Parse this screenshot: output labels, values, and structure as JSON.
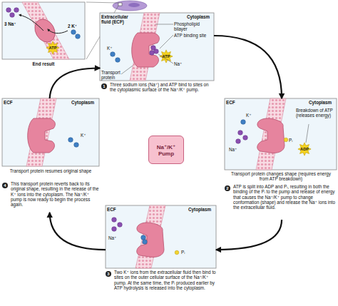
{
  "diagram": {
    "nodes": [
      {
        "text": [
          "3 Na⁺",
          "2 K⁺",
          "ATP",
          "End result"
        ]
      },
      {
        "text": [
          "Extracellular fluid (ECF)",
          "Cytoplasm",
          "Phospholipid bilayer",
          "ATP binding site",
          "K⁺",
          "ATP",
          "Na⁺",
          "Transport protein",
          "1",
          "Three sodium ions (Na⁺) and ATP bind to sites on the cytoplasmic surface of the Na⁺/K⁺ pump."
        ]
      },
      {
        "text": [
          "ECF",
          "Cytoplasm",
          "Breakdown of ATP (releases energy)",
          "K⁺",
          "ADP",
          "Na⁺",
          "Pᵢ",
          "Transport protein changes shape (requires energy from ATP breakdown)",
          "2",
          "ATP is split into ADP and Pᵢ, resulting in both the binding of the Pᵢ to the pump and release of energy that causes the Na⁺/K⁺ pump to change conformation (shape) and release the Na⁺ ions into the extracellular fluid."
        ]
      },
      {
        "text": [
          "ECF",
          "Cytoplasm",
          "Na⁺",
          "Pᵢ",
          "3",
          "Two K⁺ ions from the extracellular fluid then bind to sites on the outer cellular surface of the Na⁺/K⁺ pump. At the same time, the Pᵢ produced earlier by ATP hydrolysis is released into the cytoplasm."
        ]
      },
      {
        "text": [
          "ECF",
          "Cytoplasm",
          "K⁺",
          "Transport protein resumes original shape",
          "4",
          "This transport protein reverts back to its original shape, resulting in the release of the K⁺ ions into the cytoplasm. The Na⁺/K⁺ pump is now ready to begin the process again."
        ]
      },
      {
        "text": [
          "Na⁺/K⁺ Pump"
        ]
      }
    ],
    "edges": [
      {
        "from": 1,
        "to": 2,
        "arrow": "to"
      },
      {
        "from": 2,
        "to": 3,
        "arrow": "to"
      },
      {
        "from": 3,
        "to": 4,
        "arrow": "to"
      },
      {
        "from": 4,
        "to": 1,
        "arrow": "to"
      }
    ]
  }
}
